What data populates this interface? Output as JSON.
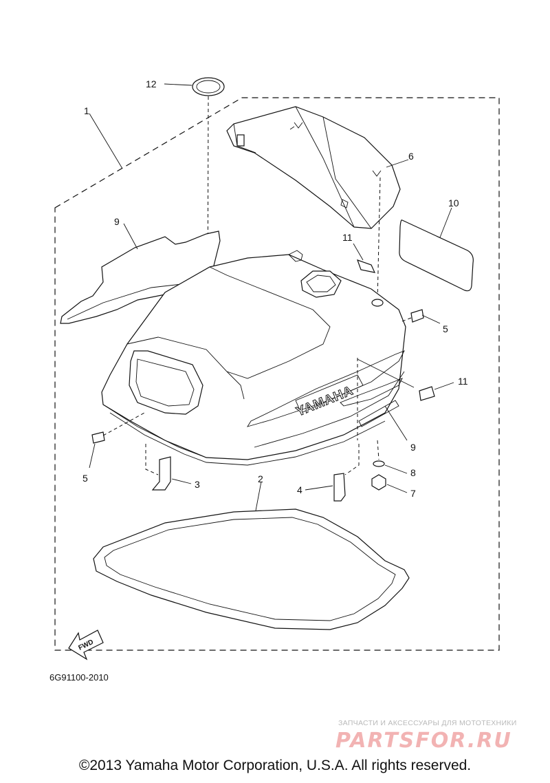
{
  "diagram": {
    "callouts": {
      "c1": "1",
      "c2": "2",
      "c3": "3",
      "c4": "4",
      "c5a": "5",
      "c5b": "5",
      "c6": "6",
      "c7": "7",
      "c8": "8",
      "c9a": "9",
      "c9b": "9",
      "c10": "10",
      "c11a": "11",
      "c11b": "11",
      "c12": "12"
    },
    "decal_brand": "YAMAHA",
    "direction_arrow": "FWD",
    "drawing_code": "6G91100-2010"
  },
  "watermark": {
    "caption": "ЗАПЧАСТИ И АКСЕССУАРЫ ДЛЯ МОТОТЕХНИКИ",
    "logo_text": "PARTSFOR.RU",
    "color": "#f2b3b3"
  },
  "footer": {
    "copyright": "©2013 Yamaha Motor Corporation, U.S.A. All rights reserved."
  }
}
